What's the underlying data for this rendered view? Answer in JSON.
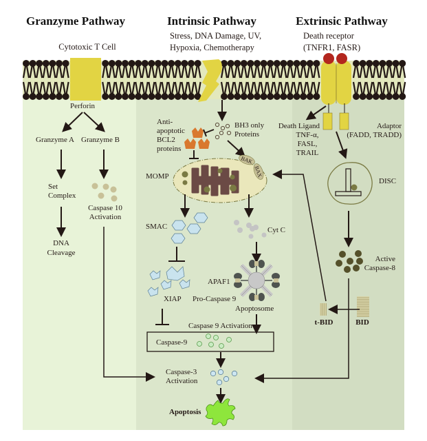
{
  "titles": {
    "granzyme": "Granzyme Pathway",
    "intrinsic": "Intrinsic Pathway",
    "extrinsic": "Extrinsic Pathway"
  },
  "subtitles": {
    "granzyme": "Cytotoxic T Cell",
    "intrinsic_line1": "Stress, DNA Damage, UV,",
    "intrinsic_line2": "Hypoxia, Chemotherapy",
    "extrinsic_line1": "Death receptor",
    "extrinsic_line2": "(TNFR1, FASR)"
  },
  "granzyme": {
    "perforin": "Perforin",
    "granzyme_a": "Granzyme A",
    "granzyme_b": "Granzyme B",
    "set_complex_1": "Set",
    "set_complex_2": "Complex",
    "caspase10_1": "Caspase 10",
    "caspase10_2": "Activation",
    "dna_1": "DNA",
    "dna_2": "Cleavage"
  },
  "intrinsic": {
    "anti_1": "Anti-",
    "anti_2": "apoptotic",
    "anti_3": "BCL2",
    "anti_4": "proteins",
    "bh3_1": "BH3 only",
    "bh3_2": "Proteins",
    "momp": "MOMP",
    "bak": "BAK",
    "bax": "BAX",
    "smac": "SMAC",
    "cytc": "Cyt C",
    "xiap": "XIAP",
    "apaf1": "APAF1",
    "procasp9": "Pro-Caspase 9",
    "apoptosome": "Apoptosome",
    "casp9_activation": "Caspase 9 Activation",
    "casp9": "Caspase-9",
    "casp3_1": "Caspase-3",
    "casp3_2": "Activation",
    "apoptosis": "Apoptosis"
  },
  "extrinsic": {
    "ligand_1": "Death Ligand",
    "ligand_2": "TNF-α,",
    "ligand_3": "FASL,",
    "ligand_4": "TRAIL",
    "adaptor_1": "Adaptor",
    "adaptor_2": "(FADD, TRADD)",
    "disc": "DISC",
    "casp8_1": "Active",
    "casp8_2": "Caspase-8",
    "tbid": "t-BID",
    "bid": "BID"
  },
  "colors": {
    "panel_granzyme": "#e8f3d8",
    "panel_intrinsic": "#dbe6cb",
    "panel_extrinsic": "#d2ddc2",
    "membrane_band": "#e3e8bd",
    "lipid": "#231815",
    "protein_yellow": "#e2d443",
    "receptor_red": "#b3261e",
    "bcl2_orange": "#d9782e",
    "mito_fill": "#eae7bb",
    "mito_inner": "#6b4a45",
    "olive_dot": "#7a7a43",
    "smac_blue": "#c9e3ee",
    "cytc_grey": "#c4c4c4",
    "apaf_dark": "#4f5450",
    "casp9_green": "#c9ecc2",
    "casp3_blue": "#cde6f1",
    "apoptosis_green": "#8ee63c",
    "casp8_olive": "#55502a",
    "granzyme_beige": "#c8c198"
  }
}
